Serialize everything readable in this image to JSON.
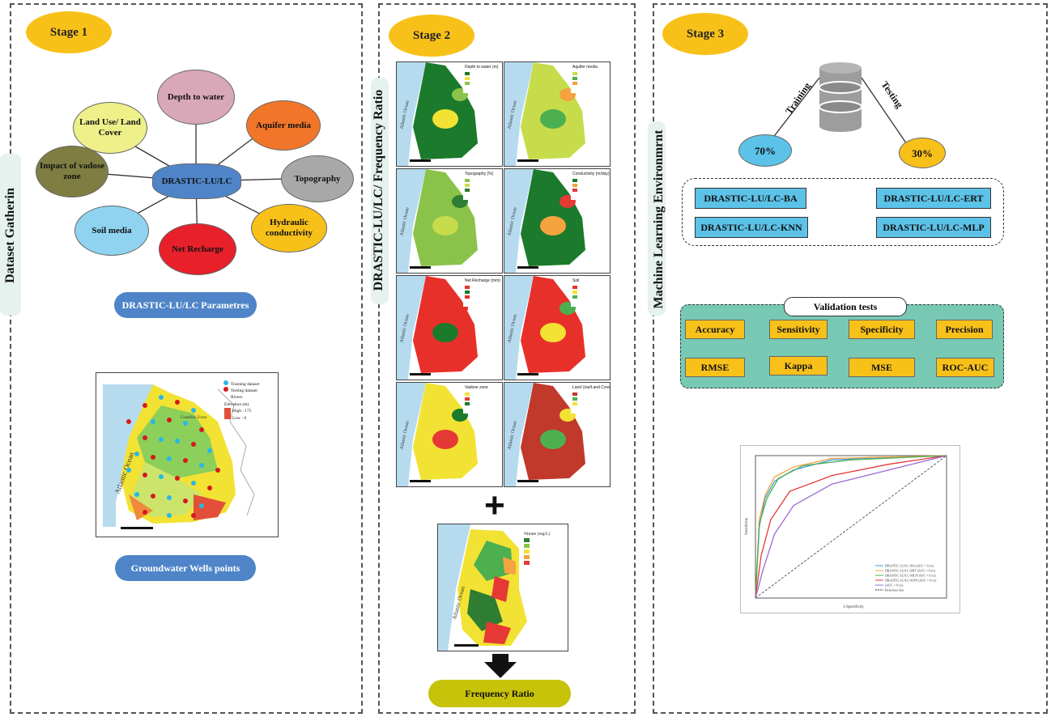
{
  "stage1": {
    "stage_label": "Stage 1",
    "side_label": "Dataset Gatherin",
    "center": "DRASTIC-LU/LC",
    "nodes": {
      "depth": "Depth to water",
      "aquifer": "Aquifer media",
      "topography": "Topography",
      "hydraulic": "Hydraulic conductivity",
      "net_recharge": "Net Recharge",
      "soil": "Soil media",
      "vadose": "Impact of vadose zone",
      "landuse": "Land Use/ Land Cover"
    },
    "params_button": "DRASTIC-LU/LC Parametres",
    "wells_button": "Groundwater Wells points",
    "map": {
      "ocean_label": "Atlantic Ocean",
      "legend_training": "Training dataset",
      "legend_testing": "Testing dataset",
      "legend_rivers": "Rivers",
      "legend_elevation": "Elevation (m)",
      "legend_high": "High : 175",
      "legend_low": "Low : 0",
      "legend_zoom": "Coastline Zoom",
      "colors": {
        "training": "#2ab7e6",
        "testing": "#d7191c"
      }
    }
  },
  "stage2": {
    "stage_label": "Stage 2",
    "side_label": "DRASTIC-LU/LC/ Frequency Ratio",
    "maps": [
      {
        "title": "Depth to water (m)",
        "ocean": "Atlantic Ocean"
      },
      {
        "title": "Aquifer media",
        "ocean": "Atlantic Ocean"
      },
      {
        "title": "Topography (%)",
        "ocean": "Atlantic Ocean"
      },
      {
        "title": "Conductivity (m/day)",
        "ocean": "Atlantic Ocean"
      },
      {
        "title": "Net Recharge (mm)",
        "ocean": "Atlantic Ocean"
      },
      {
        "title": "Soil",
        "ocean": "Atlantic Ocean"
      },
      {
        "title": "Vadose zone",
        "ocean": "Atlantic Ocean"
      },
      {
        "title": "Land Use/Land Cover",
        "ocean": "Atlantic Ocean"
      }
    ],
    "plus": "+",
    "fr_map_title": "Nitrate (mg/L)",
    "fr_map_ocean": "Atlantic Ocean",
    "fr_button": "Frequency Ratio"
  },
  "stage3": {
    "stage_label": "Stage 3",
    "side_label": "Machine Learning Environmrnt",
    "training_label": "Training",
    "testing_label": "Testing",
    "train_pct": "70%",
    "test_pct": "30%",
    "models": [
      "DRASTIC-LU/LC-BA",
      "DRASTIC-LU/LC-ERT",
      "DRASTIC-LU/LC-KNN",
      "DRASTIC-LU/LC-MLP"
    ],
    "validation_title": "Validation tests",
    "tests": [
      "Accuracy",
      "Sensitivity",
      "Specificity",
      "Precision",
      "RMSE",
      "Kappa",
      "MSE",
      "ROC-AUC"
    ],
    "roc": {
      "ylabel": "Sensitivity",
      "xlabel": "1-Specificity",
      "legend": [
        "DRASTIC-LU/LC-BA (AUC = 0.xx)",
        "DRASTIC-LU/LC-ERT (AUC = 0.xx)",
        "DRASTIC-LU/LC-MLP (AUC = 0.xx)",
        "DRASTIC-LU/LC-KNN (AUC = 0.xx)",
        "(AUC = 0.xx)",
        "Reference line"
      ],
      "colors": [
        "#3a9ad9",
        "#f4a340",
        "#4caf50",
        "#e53935",
        "#9c6ad6",
        "#333333"
      ]
    }
  }
}
